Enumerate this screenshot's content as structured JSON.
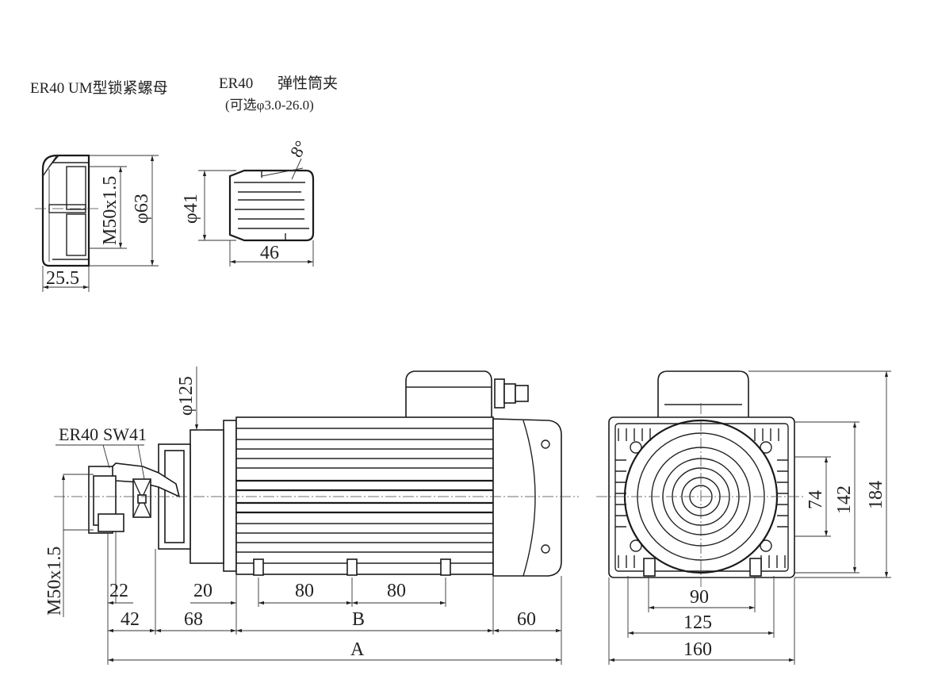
{
  "labels": {
    "nut_title": "ER40 UM型锁紧螺母",
    "collet_title": "ER40",
    "collet_name": "弹性筒夹",
    "collet_option": "(可选φ3.0-26.0)",
    "spindle_er": "ER40",
    "spindle_sw": "SW41"
  },
  "nut_dims": {
    "thread": "M50x1.5",
    "diameter": "φ63",
    "width": "25.5"
  },
  "collet_dims": {
    "angle": "8°",
    "diameter": "φ41",
    "length": "46"
  },
  "side_view_dims": {
    "flange_diameter": "φ125",
    "thread": "M50x1.5",
    "d22": "22",
    "d20": "20",
    "d80a": "80",
    "d80b": "80",
    "d42": "42",
    "d68": "68",
    "dB": "B",
    "d60": "60",
    "dA": "A"
  },
  "end_view_dims": {
    "d74": "74",
    "d142": "142",
    "d184": "184",
    "d90": "90",
    "d125": "125",
    "d160": "160"
  }
}
